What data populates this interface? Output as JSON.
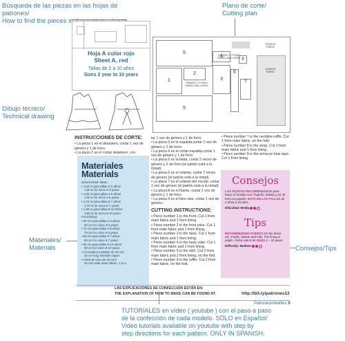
{
  "callouts": {
    "top_left": [
      "Búsqueda de las piezas en las hojas de patrones/",
      "How to find the pieces in the pattern sheets"
    ],
    "top_right": [
      "Plano de corte/",
      "Cutting plan"
    ],
    "left_middle": [
      "Dibujo técnico/",
      "Technical drawing"
    ],
    "left_lower": [
      "Materiales/",
      "Materials"
    ],
    "right_lower": "Consejos/Tips",
    "footer": [
      "TUTORIALES en vídeo ( youtube ) con el paso a paso",
      "de la confección de cada modelo. SÓLO en Español/",
      "Video tutorials available on youtube with step by",
      "step directions for each pattern. ONLY IN SPANISH."
    ]
  },
  "sheet": {
    "title_es": "Hoja A color rojo",
    "title_en": "Sheet A, red",
    "sizes_es": "Tallas de 2 a 10 años",
    "sizes_en": "Sizes 2 year to 10 years"
  },
  "plan": {
    "piece_numbers": [
      "5",
      "1",
      "2",
      "4",
      "6",
      "7",
      "3",
      "5",
      "8"
    ],
    "labels": [
      "GÉNERO Y FORRO",
      "FABRIC AND LINING",
      "GÉNERO Y FORRO",
      "FABRIC AND LINING",
      "GÉNERO",
      "FABRIC",
      "GÉNERO",
      "FABRIC"
    ]
  },
  "instructions": {
    "heading_es": "INSTRUCCIONES DE CORTE:",
    "es_col1": [
      "• La pieza 1 es el delantero, cortar 1 vez de género y 1 de forro.",
      "• La pieza 2 es el cortar delantero, cor-"
    ],
    "es_col2": [
      "tar 1 vez de género y 1 de forro.",
      "• La pieza 3 es la espalda,cortar 1 vez de género y 1 de forro.",
      "• La pieza 4 es el cortar espalda,cortar 1 vez de género y 1 de forro.",
      "• La pieza 5 es la falda, cortar 2 veces de género y 2 de forro (el patrón está a la mitad).",
      "• La pieza 6 es el volante, cortar 2 veces de género (el patrón está a la mitad).",
      "• La pieza 7 es el volante del escote, cortar 1 vez de género (el patrón está a la mitad).",
      "• La pieza 8 es el tirante, cortar 1 vez de género y 1 de forro.",
      "• La pieza 9 es el bies sisa, cortar 1 vez de género."
    ],
    "heading_en": "CUTTING INSTRUCTIONS:",
    "en_col2": [
      "• Piece number 1 is the front. Cut 1 from main fabric and 1 from lining.",
      "• Piece number 2 is the front yoke. Cut 1 from main fabric and 1 from lining.",
      "• Piece number 3 is the back. Cut 1 from main fabric and 1 from lining.",
      "• Piece number 4 is the back yoke. Cut 1 from main fabric and 1 from lining.",
      "• Piece number 5 is the skirt. Cut 2 from main fabric and 2 from lining, on the fold.",
      "• Piece number 6 is the ruffle. Cut 2 from main fabric, on the fold."
    ],
    "en_col3": [
      "• Piece number 7 is the neckline ruffle. Cut 1 from main fabric, on the fold.",
      "• Piece number 8 is the strap. Cut 1 from main fabric and 1 from lining.",
      "• Piece number 9 is the armscye bias tape. Cut 1 from lining."
    ]
  },
  "materials": {
    "title_es": "Materiales",
    "title_en": "Materials",
    "lines": [
      "Género/main fabric:",
      "• 1,50 m para tallas 2-3 años/",
      "  1,50 m for sizes 2-3 years",
      "• 1,60 m para tallas 4-5 años/",
      "  1,60 m for sizes 4-5 years",
      "• 1,70 m para tallas 6-7 años/",
      "  1,70 m for sizes 6-7 years",
      "• 1,80 m para tallas 8-10 años/",
      "  1,80 m for sizes 8-10 years",
      "Forro/lining:",
      "• 60 cm para tallas 2-3 años/",
      "  60 cm for sizes 2-3 years",
      "• 70 cm para tallas 4-5 años/",
      "  70 cm for sizes 4-5 years",
      "• 80 cm para tallas 6-7 años/",
      "  80 cm for sizes 6-7 years",
      "• 90 cm para tallas 8-10 años/",
      "  90 cm for sizes 8-10 years",
      "• Cremallera invisible de 30 cm/",
      "  30 cm long invisible zipper",
      "• Cinta de raso de 45 mm/",
      "  45 mm wide satin ribbon: 1,5 m"
    ]
  },
  "tips": {
    "title_es": "Consejos",
    "text_es_pk": "LOS TEJIDOS RECOMENDADOS",
    "text_es": " para hacer el vestido son: Popelín, batista y tul. El forro es popelín.",
    "text_es_sizes_pk": "ESTÁ EN LAS TALLAS",
    "text_es_sizes": " de 2 años a 10 años.",
    "difficulty_es": "Dificultad: Media",
    "title_en": "Tips",
    "text_en_pk": "RECOMMENDED FABRICS",
    "text_en": " for the dress are: Poplin, batiste and tulle. The lining is poplin.",
    "text_en_sizes_pk": "AVAILABLE IN SIZES",
    "text_en_sizes": " 2 – 10 years.",
    "difficulty_en": "Difficulty: Medium",
    "accent": "#b0347e"
  },
  "bottom": {
    "line_es": "LAS EXPLICACIONES DE CONFECCIÓN ESTÁN EN:",
    "line_en": "THE EXPLANATION OF HOW TO MAKE CAN BE FOUND AT:",
    "url": "http://bit.ly/patrones12",
    "brand": "Patronesinfantiles",
    "page": "9"
  }
}
